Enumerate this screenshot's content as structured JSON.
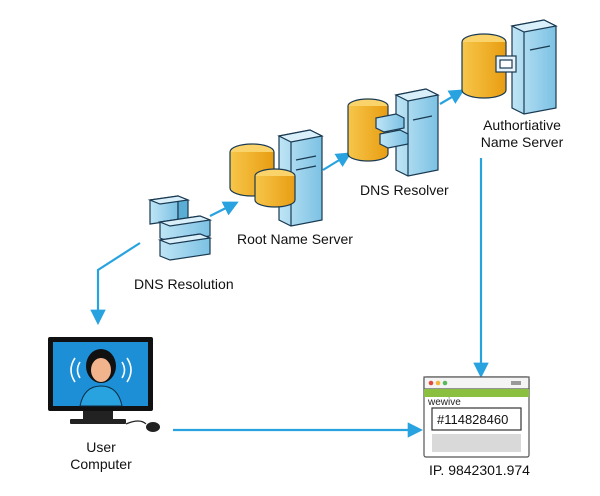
{
  "nodes": {
    "dns_resolution": {
      "label": "DNS Resolution"
    },
    "root_name_server": {
      "label": "Root Name Server"
    },
    "dns_resolver": {
      "label": "DNS Resolver"
    },
    "authoritative_name_server": {
      "label_line1": "Authortiative",
      "label_line2": "Name Server"
    },
    "user_computer": {
      "label_line1": "User",
      "label_line2": "Computer"
    },
    "browser_window": {
      "title": "wewive",
      "field_value": "#114828460",
      "ip_label": "IP. 9842301.974"
    }
  },
  "colors": {
    "arrow": "#29a3e0",
    "server_blue": "#9fd3ec",
    "server_blue_dark": "#5aaed6",
    "disk_gold": "#f5b52e",
    "disk_gold_dark": "#d99211",
    "monitor_screen": "#1c8fd6",
    "browser_bar": "#8bbf3f"
  },
  "icons": [
    "dns-resolution-icon",
    "root-server-icon",
    "dns-resolver-icon",
    "authoritative-server-icon",
    "user-computer-icon",
    "browser-window-icon"
  ]
}
